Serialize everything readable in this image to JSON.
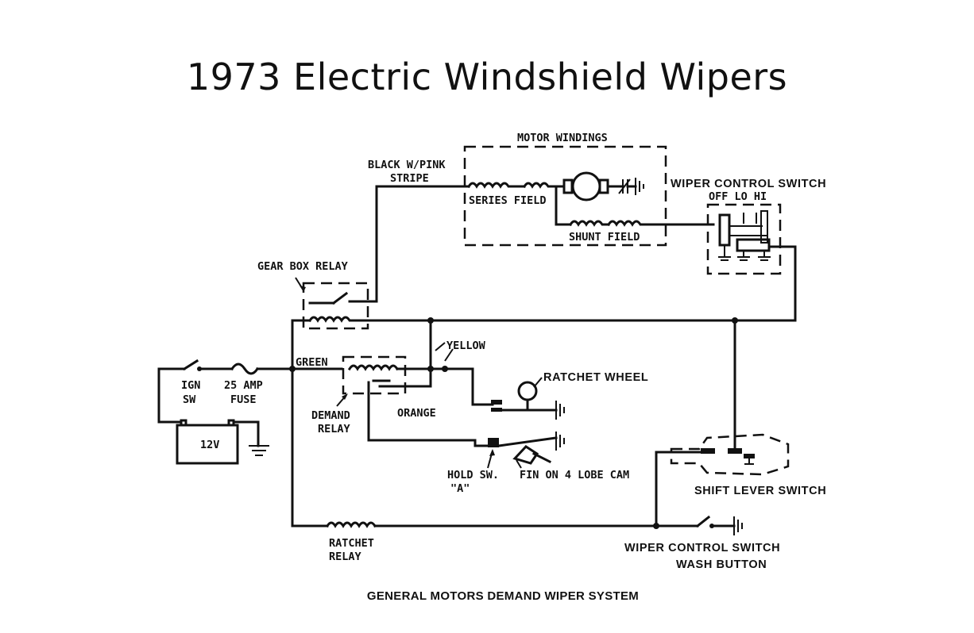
{
  "title": "1973 Electric Windshield Wipers",
  "caption": "GENERAL MOTORS DEMAND WIPER SYSTEM",
  "labels": {
    "motor_windings": "MOTOR WINDINGS",
    "black_wire_1": "BLACK W/PINK",
    "black_wire_2": "STRIPE",
    "series_field": "SERIES FIELD",
    "shunt_field": "SHUNT FIELD",
    "wiper_control_switch": "WIPER CONTROL SWITCH",
    "switch_positions": "OFF LO HI",
    "gear_box_relay": "GEAR BOX RELAY",
    "yellow": "YELLOW",
    "green": "GREEN",
    "ign_1": "IGN",
    "ign_2": "SW",
    "fuse_1": "25 AMP",
    "fuse_2": "FUSE",
    "battery": "12V",
    "demand_relay_1": "DEMAND",
    "demand_relay_2": "RELAY",
    "orange": "ORANGE",
    "ratchet_wheel": "RATCHET WHEEL",
    "hold_sw_1": "HOLD SW.",
    "hold_sw_2": "\"A\"",
    "fin_cam": "FIN ON 4 LOBE CAM",
    "shift_lever_switch": "SHIFT LEVER SWITCH",
    "ratchet_relay_1": "RATCHET",
    "ratchet_relay_2": "RELAY",
    "wash_button_1": "WIPER CONTROL SWITCH",
    "wash_button_2": "WASH BUTTON"
  }
}
